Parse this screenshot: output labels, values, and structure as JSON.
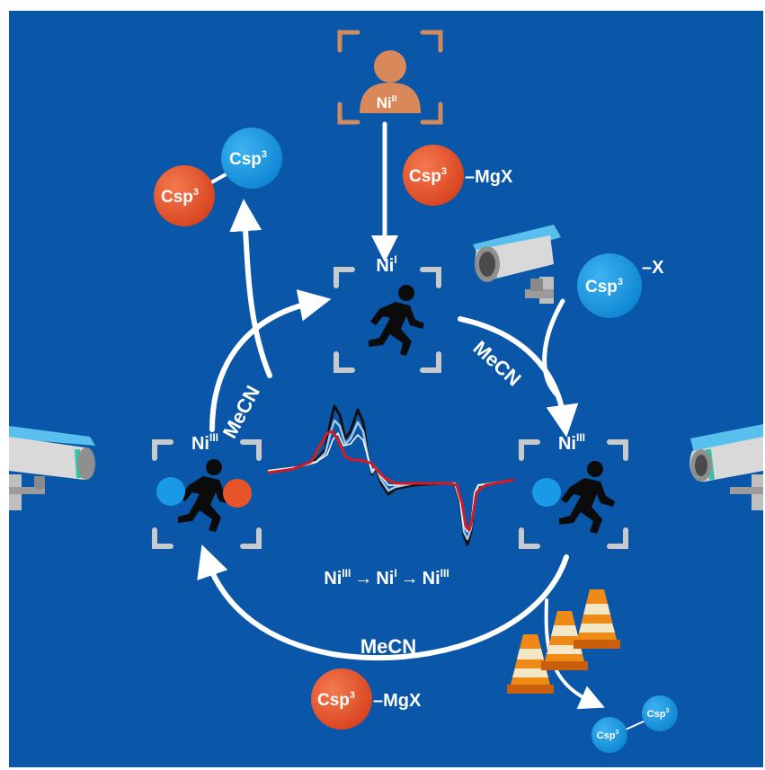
{
  "colors": {
    "background": "#0a56a8",
    "arrow": "#ffffff",
    "csp_orange": "#e8542a",
    "csp_blue": "#1a9ae6",
    "bracket_gray": "#c9c9c9",
    "bracket_tan": "#d38b5e",
    "curve_red": "#d41b22",
    "curve_black": "#111111",
    "cone_orange": "#ef8a17",
    "camera_teal": "#34c6a4"
  },
  "top_complex": {
    "label_main": "Ni",
    "label_sup": "II",
    "icon": "user-icon"
  },
  "ni_i": {
    "label_main": "Ni",
    "label_sup": "I",
    "icon": "runner-icon"
  },
  "ni_iii_left": {
    "label_main": "Ni",
    "label_sup": "III",
    "icon": "runner-icon"
  },
  "ni_iii_right": {
    "label_main": "Ni",
    "label_sup": "III",
    "icon": "runner-icon"
  },
  "reagent_top": {
    "csp_main": "Csp",
    "csp_sup": "3",
    "tail": "–MgX"
  },
  "reagent_bottom": {
    "csp_main": "Csp",
    "csp_sup": "3",
    "tail": "–MgX"
  },
  "alkyl_halide": {
    "csp_main": "Csp",
    "csp_sup": "3",
    "tail": "–X"
  },
  "product_top": {
    "left_main": "Csp",
    "left_sup": "3",
    "right_main": "Csp",
    "right_sup": "3"
  },
  "product_small": {
    "left_main": "Csp",
    "left_sup": "3",
    "right_main": "Csp",
    "right_sup": "3"
  },
  "arrow_labels": {
    "left": "MeCN",
    "right": "MeCN",
    "bottom": "MeCN"
  },
  "transition": {
    "a_main": "Ni",
    "a_sup": "III",
    "arrow1": "→",
    "b_main": "Ni",
    "b_sup": "I",
    "arrow2": "→",
    "c_main": "Ni",
    "c_sup": "III"
  },
  "icons": [
    "security-camera-icon",
    "traffic-cone-icon",
    "runner-icon",
    "user-icon"
  ]
}
